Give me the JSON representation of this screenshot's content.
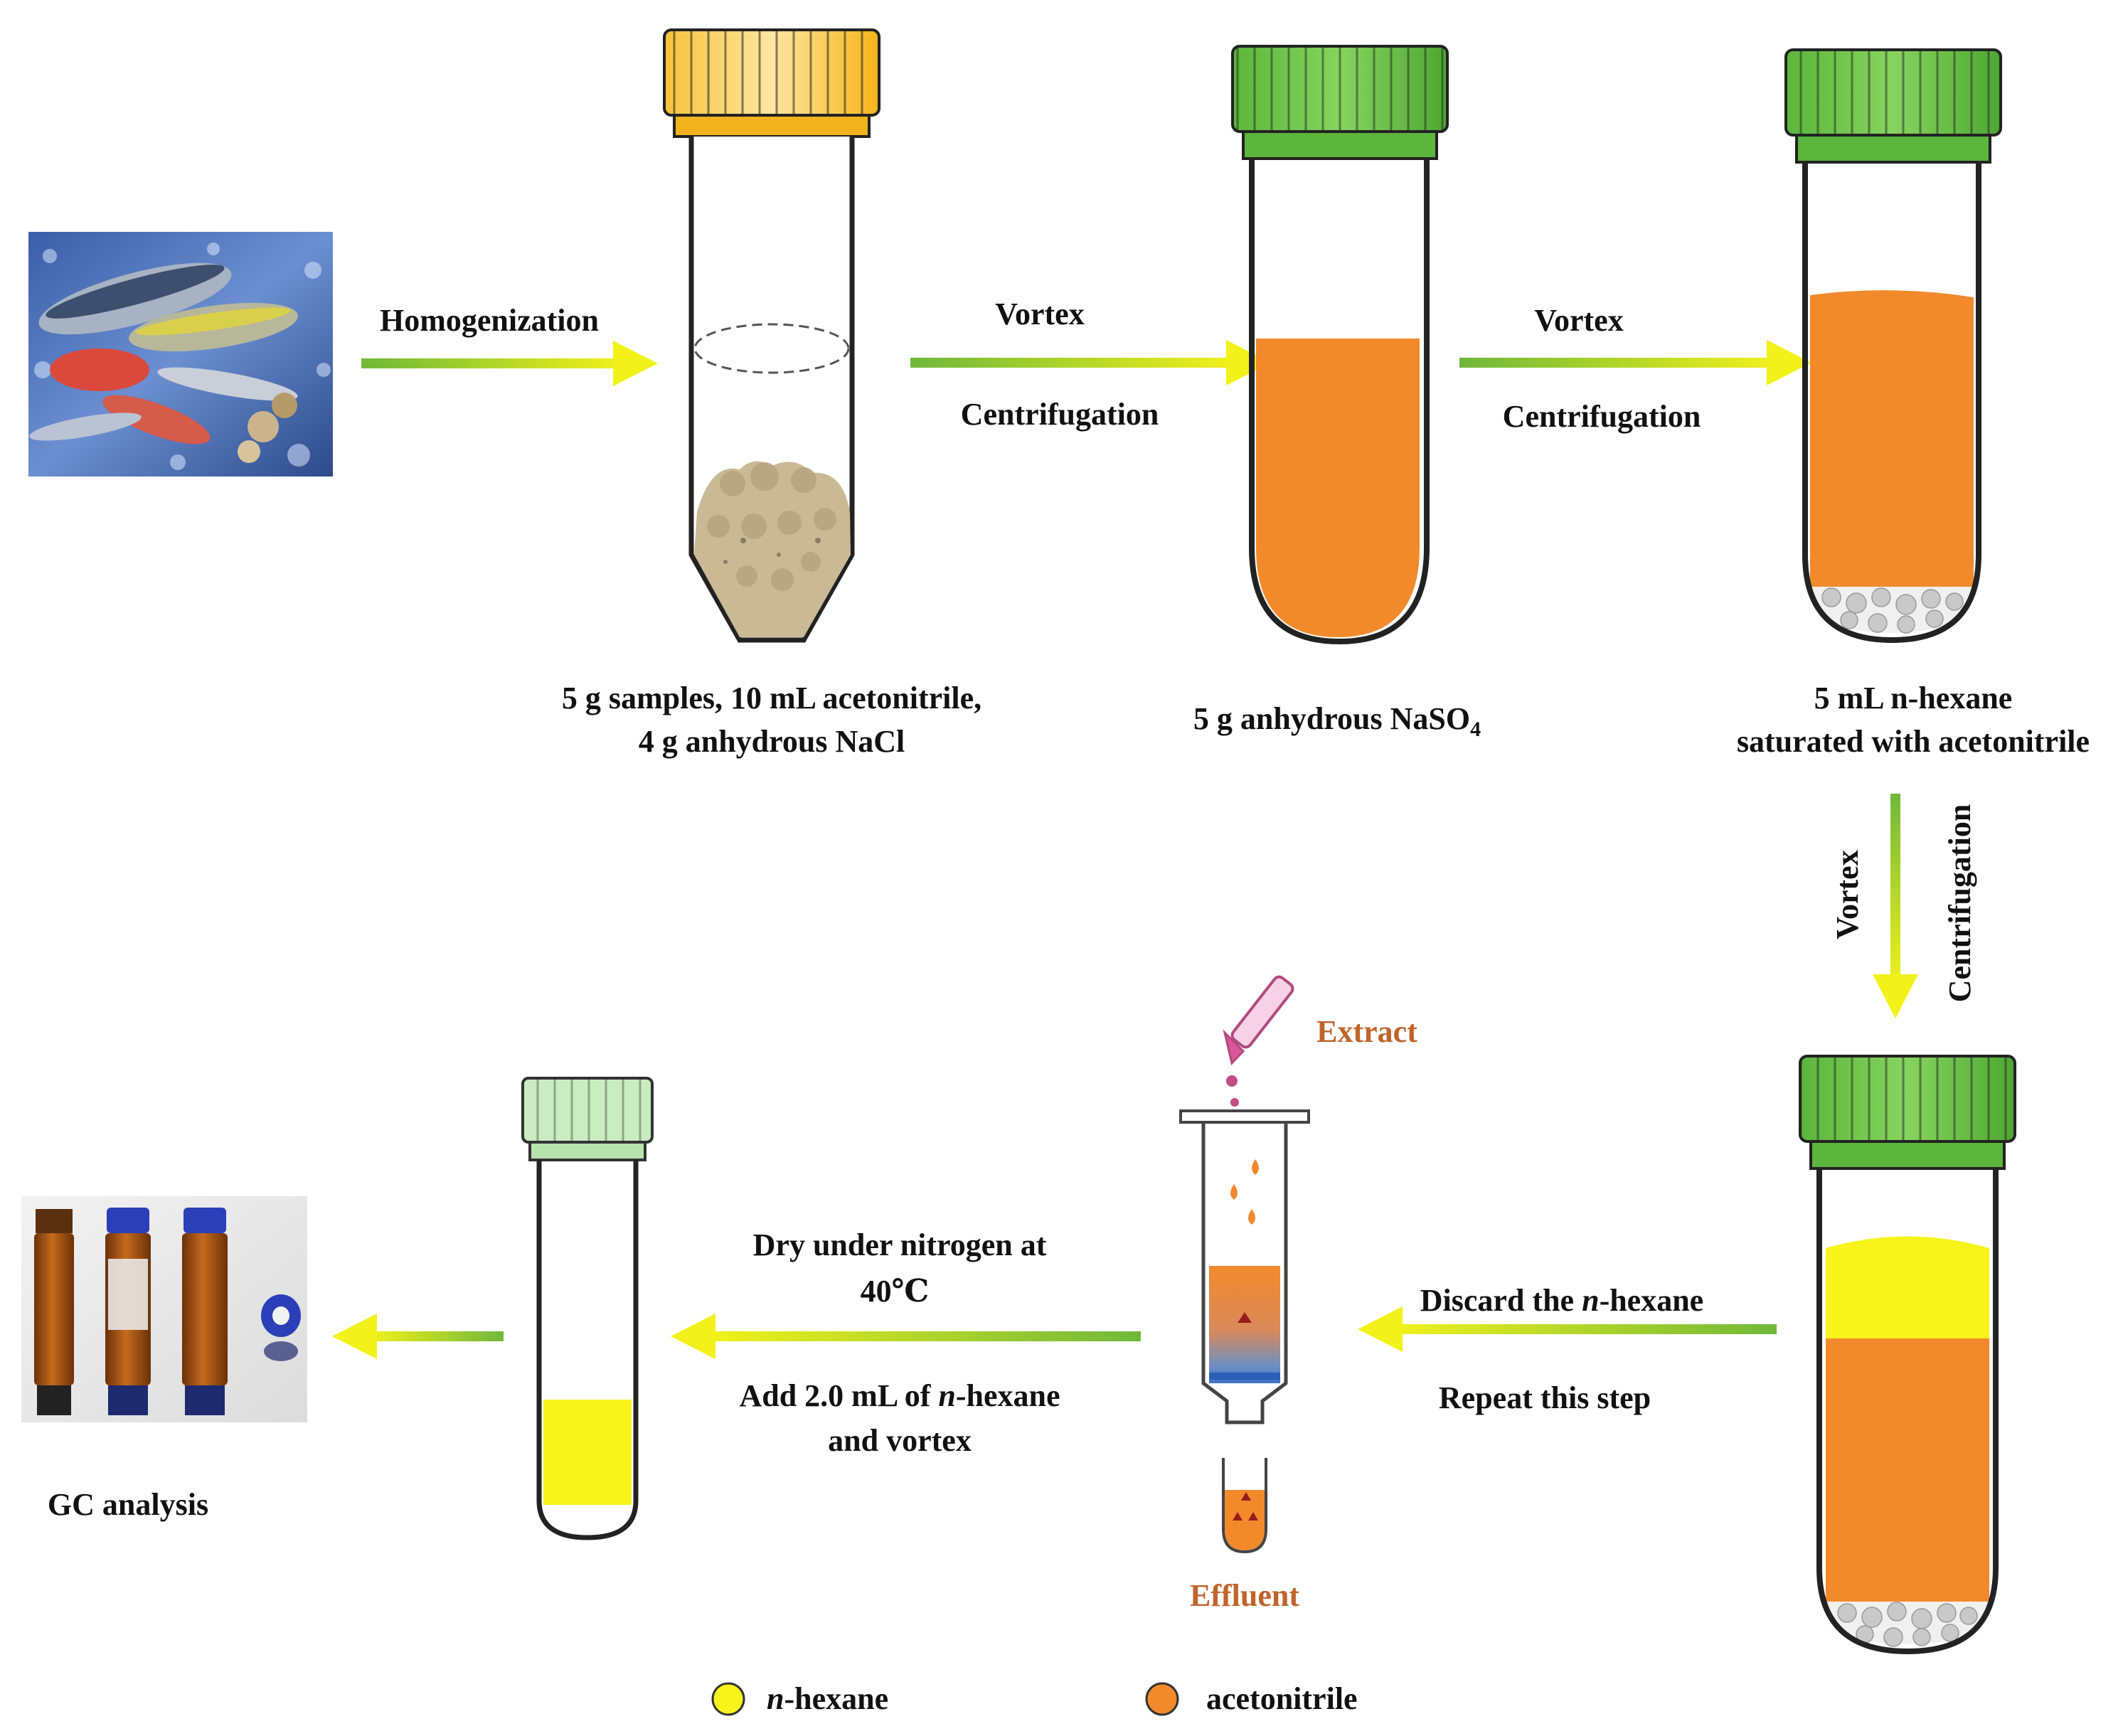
{
  "labels": {
    "homogenization": "Homogenization",
    "vortex": "Vortex",
    "centrifugation": "Centrifugation",
    "step1_line1": "5 g samples, 10 mL acetonitrile,",
    "step1_line2": "4 g anhydrous NaCl",
    "step2_prefix": "5 g anhydrous NaSO",
    "step2_sub": "4",
    "step3_line1": "5 mL n-hexane",
    "step3_line2": "saturated with acetonitrile",
    "discard_prefix": "Discard the ",
    "discard_italic": "n",
    "discard_suffix": "-hexane",
    "repeat": "Repeat this step",
    "extract": "Extract",
    "effluent": "Effluent",
    "dry_line1": "Dry under nitrogen at",
    "dry_line2": "40℃",
    "add_prefix": "Add 2.0 mL of ",
    "add_italic": "n",
    "add_suffix": "-hexane",
    "add_line2": "and vortex",
    "gc_analysis": "GC analysis"
  },
  "legend": {
    "hexane_italic": "n",
    "hexane_suffix": "-hexane",
    "acetonitrile": "acetonitrile"
  },
  "colors": {
    "hexane": "#f7f31b",
    "acetonitrile": "#f28a2c",
    "cap_green": "#69c24a",
    "cap_yellow": "#f9c232",
    "cap_light_green": "#c9ecc1",
    "arrow_start": "#6fb83a",
    "arrow_end": "#f2f21a",
    "label_brown": "#c0642a",
    "sample_solid": "#c9b995"
  }
}
